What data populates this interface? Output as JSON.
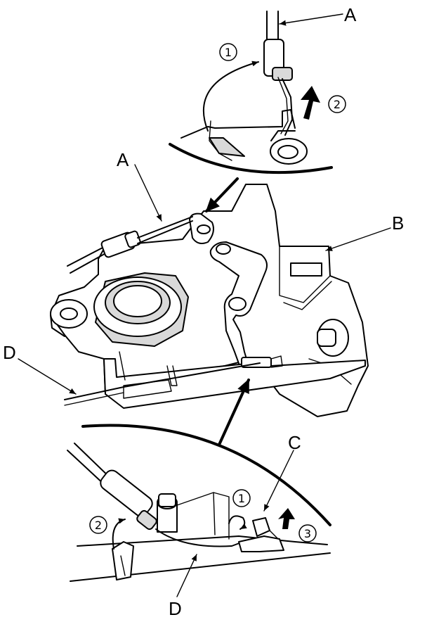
{
  "labels": {
    "a_top": "A",
    "a_mid": "A",
    "b": "B",
    "c": "C",
    "d_left": "D",
    "d_bottom": "D"
  },
  "steps": {
    "top_1": "1",
    "top_2": "2",
    "bottom_1": "1",
    "bottom_2": "2",
    "bottom_3": "3"
  }
}
